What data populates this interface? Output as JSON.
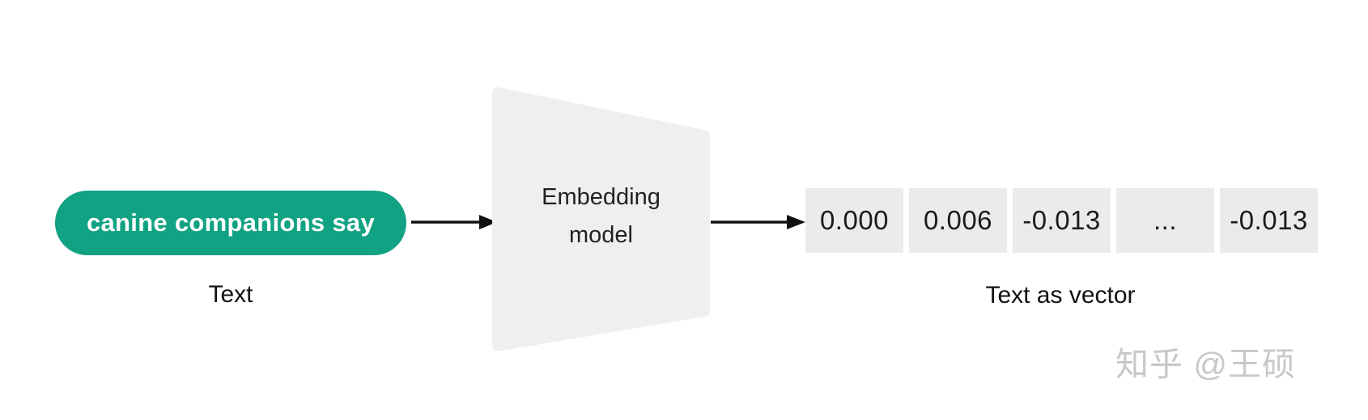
{
  "diagram": {
    "input": {
      "text": "canine companions say",
      "label": "Text"
    },
    "model": {
      "name": "Embedding\nmodel"
    },
    "output": {
      "label": "Text as vector",
      "values": [
        "0.000",
        "0.006",
        "-0.013",
        "...",
        "-0.013"
      ]
    },
    "watermark": "知乎 @王硕"
  },
  "colors": {
    "accent_green": "#10a283",
    "box_gray": "#ebebec",
    "shape_gray": "#efeff0",
    "arrow_black": "#111111",
    "watermark_gray": "#c8c8c8"
  }
}
